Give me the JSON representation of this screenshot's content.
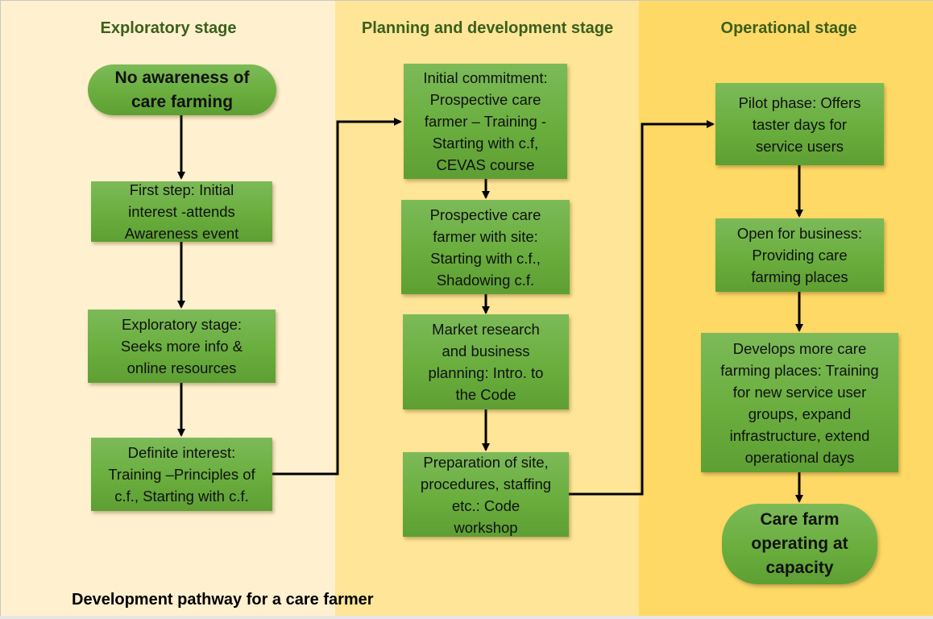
{
  "caption": "Development pathway for a care farmer",
  "colors": {
    "band_exploratory": "#fff1cf",
    "band_planning": "#ffe597",
    "band_operational": "#ffd966",
    "stage_title": "#3a5f1d",
    "box_green": "#6aae3e",
    "connector": "#000000"
  },
  "stages": [
    {
      "title": "Exploratory stage",
      "steps": [
        "No awareness of\ncare farming",
        "First step: Initial\ninterest -attends\nAwareness event",
        "Exploratory stage:\nSeeks more info &\nonline resources",
        "Definite interest:\nTraining –Principles of\nc.f., Starting with c.f."
      ]
    },
    {
      "title": "Planning and development stage",
      "steps": [
        "Initial commitment:\nProspective care\nfarmer – Training -\nStarting with c.f,\nCEVAS course",
        "Prospective care\nfarmer with site:\nStarting with c.f.,\nShadowing c.f.",
        "Market research\nand business\nplanning: Intro. to\nthe Code",
        "Preparation of site,\nprocedures, staffing\netc.: Code\nworkshop"
      ]
    },
    {
      "title": "Operational stage",
      "steps": [
        "Pilot phase: Offers\ntaster days for\nservice users",
        "Open for business:\nProviding care\nfarming places",
        "Develops more care\nfarming places: Training\nfor new service user\ngroups, expand\ninfrastructure, extend\noperational days",
        "Care farm\noperating at\ncapacity"
      ]
    }
  ]
}
